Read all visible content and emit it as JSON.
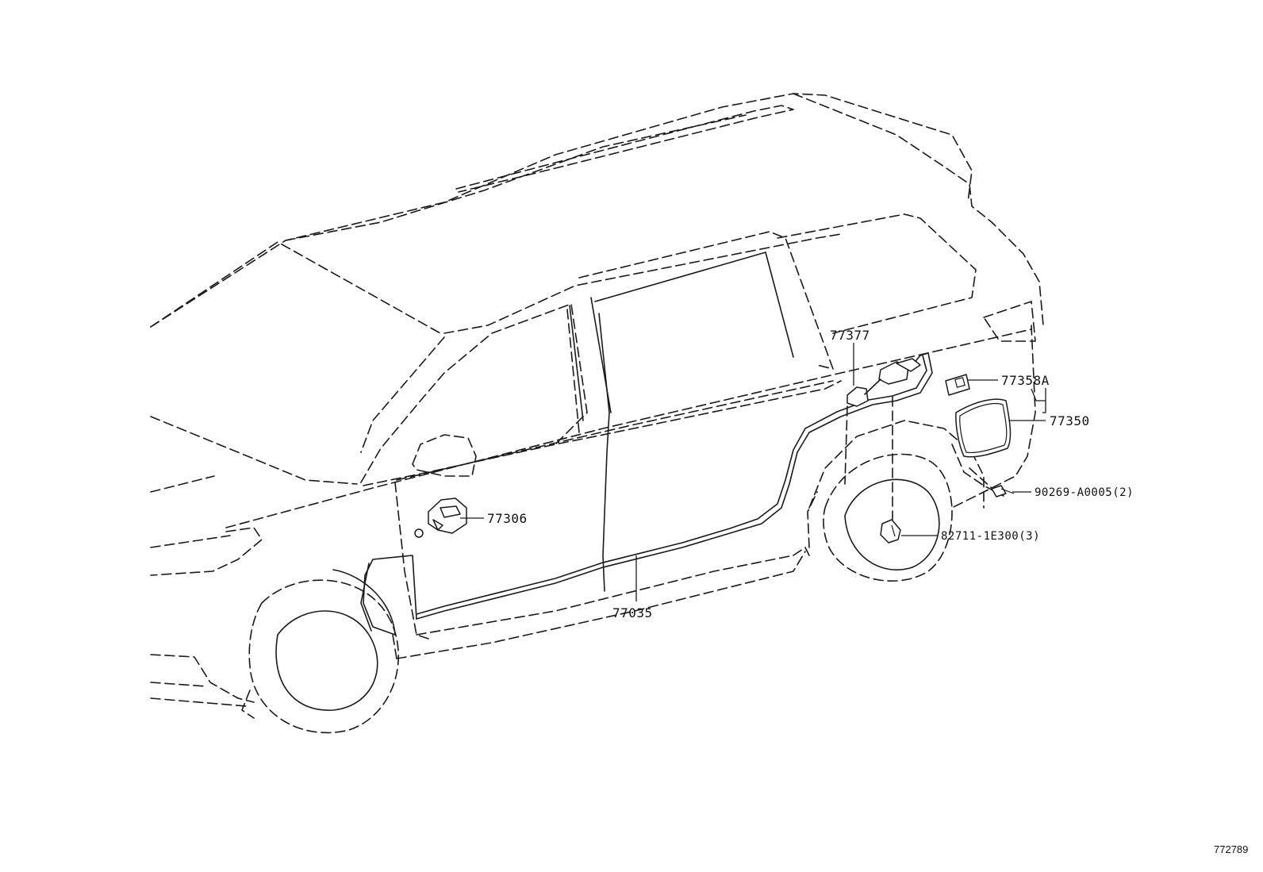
{
  "diagram_id": "772789",
  "parts": {
    "p77377": "77377",
    "p77358A": "77358A",
    "p77350": "77350",
    "p90269": "90269-A0005(2)",
    "p82711": "82711-1E300(3)",
    "p77306": "77306",
    "p77035": "77035"
  }
}
